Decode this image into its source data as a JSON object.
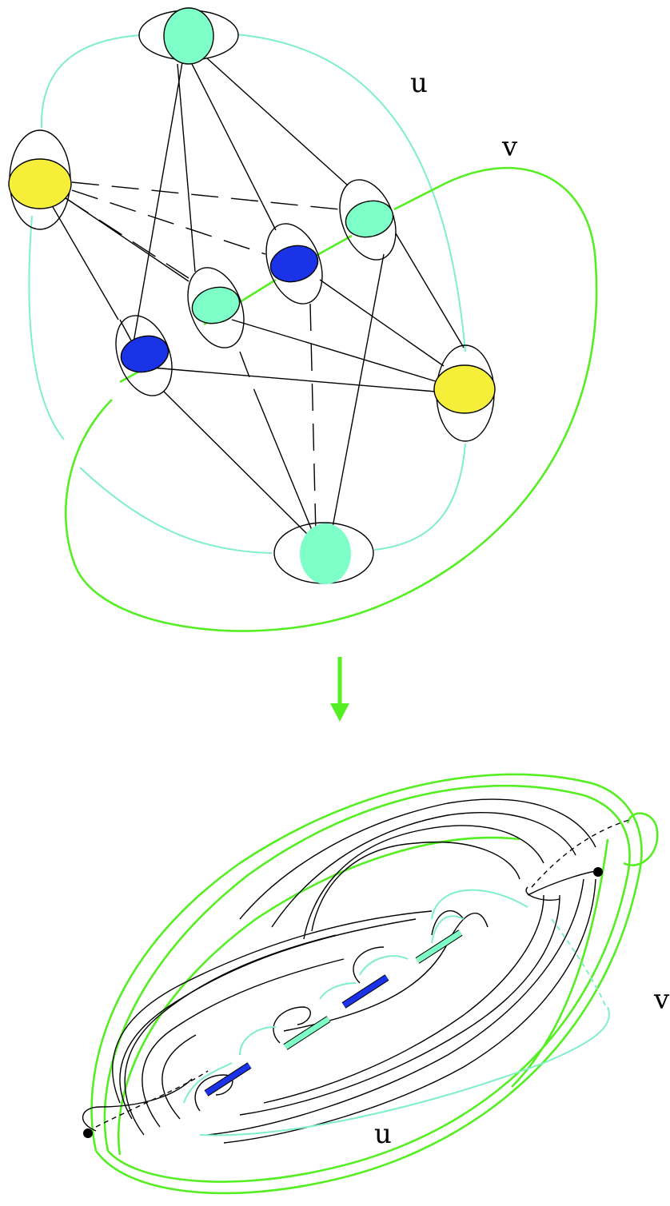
{
  "top_labels": {
    "u": "u",
    "v": "v"
  },
  "bottom_labels": {
    "u": "u",
    "v": "v"
  },
  "colors": {
    "cyan": "#7fffc8",
    "yellow": "#f5ef3a",
    "blue": "#1a33e6",
    "green": "#55ee22",
    "black": "#000000"
  },
  "icons": {
    "arrow": "down-arrow-icon",
    "endpoint": "dot-icon"
  }
}
